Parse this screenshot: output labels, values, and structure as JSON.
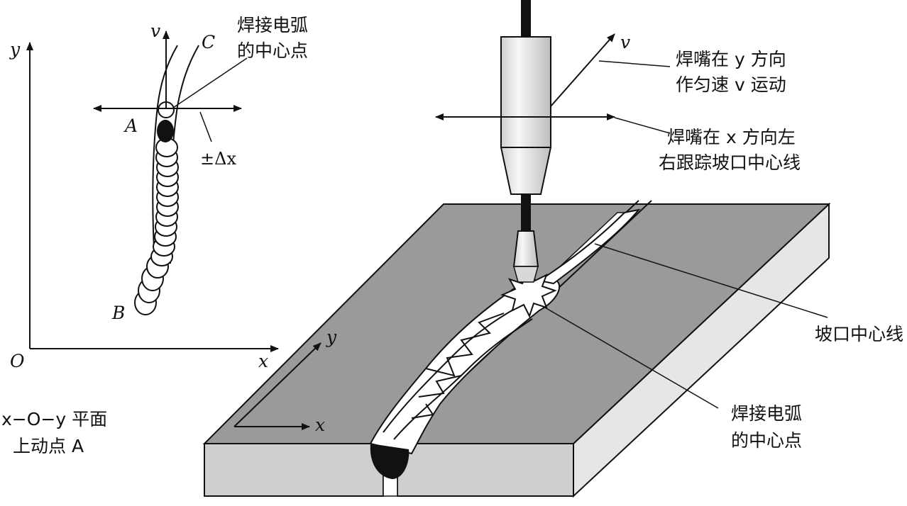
{
  "left_panel": {
    "axis_y": "y",
    "axis_x": "x",
    "origin": "O",
    "point_a": "A",
    "point_b": "B",
    "point_c": "C",
    "velocity": "v",
    "delta_x": "±Δx",
    "arc_center_line1": "焊接电弧",
    "arc_center_line2": "的中心点",
    "caption_line1": "x−O−y 平面",
    "caption_line2": "上动点 A"
  },
  "right_panel": {
    "velocity": "v",
    "torch_y_line1": "焊嘴在 y 方向",
    "torch_y_line2": "作匀速 v 运动",
    "torch_x_line1": "焊嘴在 x 方向左",
    "torch_x_line2": "右跟踪坡口中心线",
    "groove_center": "坡口中心线",
    "arc_center_line1": "焊接电弧",
    "arc_center_line2": "的中心点",
    "plate_axis_y": "y",
    "plate_axis_x": "x"
  },
  "colors": {
    "plate_top": "#9a9a9a",
    "plate_front": "#cfcfcf",
    "plate_side": "#e6e6e6",
    "ink": "#111111"
  }
}
